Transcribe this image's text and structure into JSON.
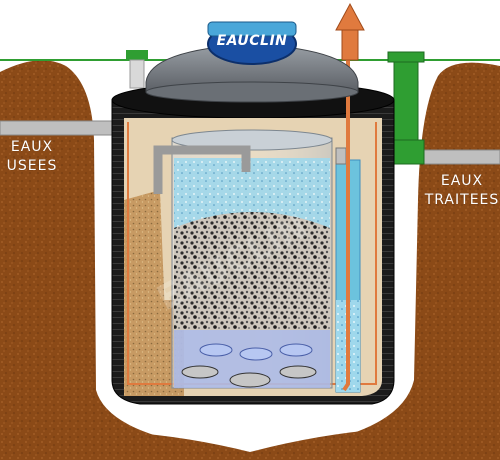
{
  "diagram": {
    "inlet_label": {
      "line1": "EAUX",
      "line2": "USEES"
    },
    "outlet_label": {
      "line1": "EAUX",
      "line2": "TRAITEES"
    },
    "brand_logo_text": "EAUCLIN",
    "watermark_text": "EAUCLIN"
  },
  "colors": {
    "soil": "#8b4a17",
    "soil_dark": "#5c2e0b",
    "tank_shell": "#1c1c1c",
    "pipe_grey": "#bfbfbf",
    "vent_green": "#2f9e32",
    "arrow_orange": "#e07a3e",
    "water_blue": "#6cc3dd",
    "lid_blue": "#1a4fa3"
  }
}
